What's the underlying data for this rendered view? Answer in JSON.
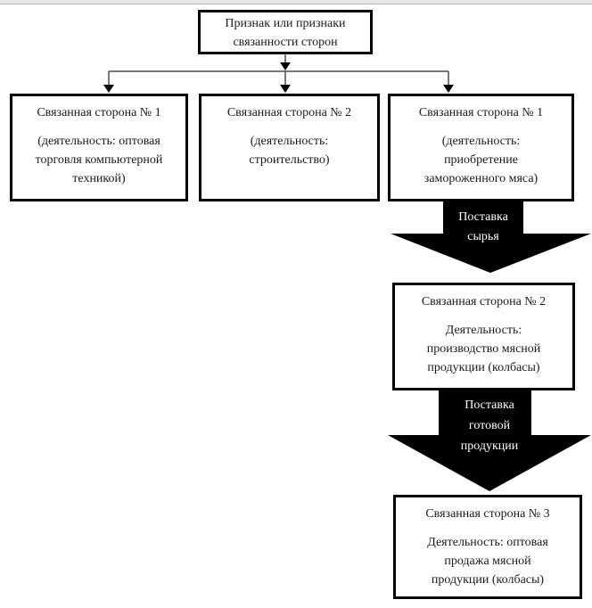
{
  "page": {
    "background": "#ffffff",
    "top_strip_color": "#e9e9e9"
  },
  "diagram": {
    "root_box": {
      "lines": [
        "Признак или признаки",
        "связанности сторон"
      ]
    },
    "branch_boxes": [
      {
        "title": "Связанная сторона № 1",
        "desc_lines": [
          "(деятельность: оптовая",
          "торговля компьютерной",
          "техникой)"
        ]
      },
      {
        "title": "Связанная сторона № 2",
        "desc_lines": [
          "(деятельность:",
          "строительство)"
        ]
      },
      {
        "title": "Связанная сторона № 1",
        "desc_lines": [
          "(деятельность:",
          "приобретение",
          "замороженного мяса)"
        ]
      }
    ],
    "chain_boxes": [
      {
        "title": "Связанная сторона № 2",
        "desc_lines": [
          "Деятельность:",
          "производство мясной",
          "продукции (колбасы)"
        ]
      },
      {
        "title": "Связанная сторона № 3",
        "desc_lines": [
          "Деятельность: оптовая",
          "продажа мясной",
          "продукции (колбасы)"
        ]
      }
    ],
    "flow_arrows": [
      {
        "label_lines": [
          "Поставка",
          "сырья"
        ]
      },
      {
        "label_lines": [
          "Поставка",
          "готовой",
          "продукции"
        ]
      }
    ],
    "colors": {
      "box_border": "#000000",
      "arrow_fill": "#000000",
      "arrow_text": "#ffffff",
      "connector_line": "#4a4a4a",
      "text": "#1a1a1a"
    }
  }
}
